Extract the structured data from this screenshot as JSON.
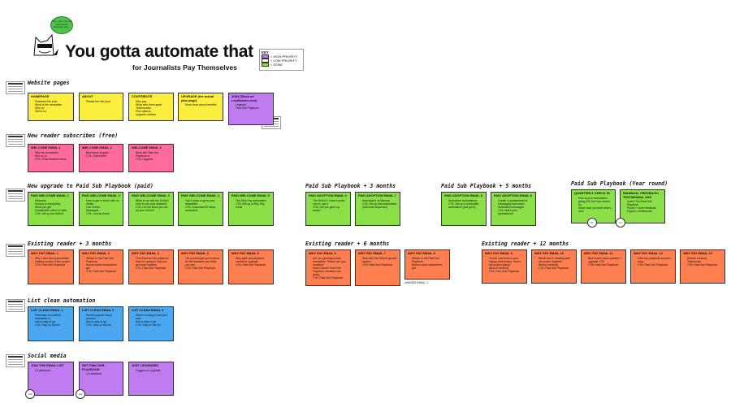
{
  "header": {
    "title": "You gotta automate that",
    "subtitle": "for Journalists Pay Themselves",
    "speech_bubble": "Psst...you can pay yourselves showing new..."
  },
  "key": {
    "title": "KEY",
    "items": [
      {
        "label": "= HIGH PRIORITY",
        "color": "#c17bf0"
      },
      {
        "label": "= LOW PRIORITY",
        "color": "#ffffff"
      },
      {
        "label": "= DONE",
        "color": "#8be048"
      }
    ]
  },
  "sections": {
    "website": "Website pages",
    "new_reader": "New reader subscribes (free)",
    "new_upgrade": "New upgrade to Paid Sub Playbook (paid)",
    "paid3": "Paid Sub Playbook + 3 months",
    "paid5": "Paid Sub Playbook + 5 months",
    "paid_year": "Paid Sub Playbook (Year round)",
    "existing3": "Existing reader + 3 months",
    "existing6": "Existing reader + 6 months",
    "existing12": "Existing reader + 12 months",
    "list_clean": "List clean automation",
    "social": "Social media"
  },
  "cards": {
    "homepage": {
      "title": "HOMEPAGE",
      "items": [
        "Featured this post",
        "What is the newsletter",
        "Why us",
        "Who's us"
      ]
    },
    "about": {
      "title": "ABOUT",
      "items": [
        "Please the info post"
      ]
    },
    "contribute": {
      "title": "CONTRIBUTE",
      "items": [
        "Why pay",
        "What sets them apart",
        "Testimonials",
        "Plan options",
        "Upgrade buttons"
      ]
    },
    "upgrade": {
      "title": "UPGRADE (the actual plan page)",
      "items": [
        "More clear about benefits"
      ]
    },
    "join": {
      "title": "JOIN (Stack on LeoWoman.com)",
      "items": [
        "Legends",
        "Paid Sub Playbook"
      ]
    },
    "welcome1": {
      "title": "WELCOME EMAIL 1",
      "items": [
        "Why the newsletter",
        "Who is us",
        "CTA: Read featured issue"
      ]
    },
    "welcome2": {
      "title": "WELCOME EMAIL 2",
      "items": [
        "Best issue snippet",
        "CTA: Share/refer"
      ]
    },
    "welcome3": {
      "title": "WELCOME EMAIL 3",
      "items": [
        "What the Paid Sub Playbook is",
        "CTA: Upgrade"
      ]
    },
    "paid_welcome1": {
      "title": "PAID WELCOME EMAIL 1",
      "items": [
        "Welcome",
        "Access to everything",
        "What you get",
        "Cheatsheet where to start",
        "CTA: Set up the SoSoS"
      ]
    },
    "paid_welcome2": {
      "title": "PAID WELCOME EMAIL 2",
      "items": [
        "How to get in touch with us",
        "Ability",
        "Live events",
        "Messages",
        "CTA: Join an event"
      ]
    },
    "paid_welcome3": {
      "title": "PAID WELCOME EMAIL 3",
      "items": [
        "What to do with the SoSoS",
        "How to use your featured",
        "CTA: Let me know you set up your SoSoS"
      ]
    },
    "paid_welcome4": {
      "title": "PAID WELCOME EMAIL 4",
      "items": [
        "Top 5 ways to grow your newsletter",
        "CTA: Download 20 steps worksheet"
      ]
    },
    "paid_welcome5": {
      "title": "PAID WELCOME EMAIL 5",
      "items": [
        "The Why Pay automation",
        "CTA: Set up a Why Pay email"
      ]
    },
    "adoption6": {
      "title": "PAID ADOPTION EMAIL 6",
      "items": [
        "The SoSoS / How it works how to use it",
        "CTA: Did you get it up ready?"
      ]
    },
    "adoption7": {
      "title": "PAID ADOPTION EMAIL 7",
      "items": [
        "Automation vs Manual",
        "CTA: Set up first automation (welcome sequence)"
      ]
    },
    "adoption8": {
      "title": "PAID ADOPTION EMAIL 8",
      "items": [
        "Subscriber automations",
        "CTA: Set up a subscriber automation (just got it)"
      ]
    },
    "adoption9": {
      "title": "PAID ADOPTION EMAIL 9",
      "items": [
        "Create a spreadsheet of messaging that works",
        "Motivation messages",
        "CTA: Make your spreadsheet"
      ]
    },
    "quarterly": {
      "title": "QUARTERLY CHECK IN",
      "items": [
        "How is your subscribers going (Fill Out form check-in)",
        "What have you tried what's next"
      ]
    },
    "biannual": {
      "title": "BIANNUAL FEEDBACK/ TESTIMONIAL ASK",
      "items": [
        "How's The Paid Sub Playbook",
        "Poses + more feedback",
        "If good = testimonial"
      ]
    },
    "why1": {
      "title": "WHY PAY EMAIL 1",
      "items": [
        "Why I care about journalists making money in this project",
        "CTA: Paid Sub Playbook"
      ]
    },
    "why2": {
      "title": "WHY PAY EMAIL 2",
      "items": [
        "What's in the Paid Sub Playbook",
        "Bonus works subscribers get",
        "CTA: Paid Sub Playbook"
      ]
    },
    "why3": {
      "title": "WHY PAY EMAIL 3",
      "items": [
        "The vision for the playbook",
        "How I'm going to help you get more readers",
        "CTA: Paid Sub Playbook"
      ]
    },
    "why4": {
      "title": "WHY PAY EMAIL 4",
      "items": [
        "Tell you thought you'd never be the business you think you can",
        "CTA: Paid Sub Playbook"
      ]
    },
    "why5": {
      "title": "WHY PAY EMAIL 5",
      "items": [
        "Why paid sub playbook members upgrade",
        "CTA: Paid Sub Playbook"
      ]
    },
    "why6": {
      "title": "WHY PAY EMAIL 6",
      "items": [
        "Are you growing a paid newsletter? Where are you heading?",
        "Here's where Paid Sub Playbook members are going",
        "CTA: Paid Sub Playbook"
      ]
    },
    "why7": {
      "title": "WHY PAY EMAIL 7",
      "items": [
        "Start with the SoSoS growth system",
        "CTA: Paid Sub Playbook"
      ]
    },
    "why8": {
      "title": "WHY PAY EMAIL 8",
      "items": [
        "What's in the Paid Sub Playbook",
        "Bonus works subscribers get"
      ]
    },
    "why9": {
      "title": "WHY PAY EMAIL 9",
      "items": [
        "You've now been a year. Happy anniversary. How's the project going?",
        "(Bonus content)",
        "CTA: Paid Sub Playbook"
      ]
    },
    "why10": {
      "title": "WHY PAY EMAIL 10",
      "items": [
        "Where we're heading with the project together",
        "(Bonus content)",
        "CTA: Paid Sub Playbook"
      ]
    },
    "why11": {
      "title": "WHY PAY EMAIL 11",
      "items": [
        "Best recent issue preview + upgrade CTA",
        "CTA: Paid Sub Playbook"
      ]
    },
    "why12": {
      "title": "WHY PAY EMAIL 12",
      "items": [
        "Paid sub playbook success story",
        "CTA: Paid Sub Playbook"
      ]
    },
    "why13": {
      "title": "WHY PAY EMAIL 13",
      "items": [
        "(Needs content)",
        "Testimonial",
        "CTA: Paid Sub Playbook"
      ]
    },
    "clean1": {
      "title": "LIST CLEAN EMAIL 1",
      "items": [
        "Reminder of what the newsletter is",
        "Ask to stay or go",
        "CTA: Stay on the list"
      ]
    },
    "clean2": {
      "title": "LIST CLEAN EMAIL 2",
      "items": [
        "Recent popular issue preview",
        "Ask to stay or go",
        "CTA: Stay on the list"
      ]
    },
    "clean3": {
      "title": "LIST CLEAN EMAIL 3",
      "items": [
        "What's coming in the next year",
        "Ask to stay or go",
        "CTA: Stay on the list"
      ]
    },
    "social1": {
      "title": "JOIN THE EMAIL LIST",
      "items": [
        "10 variations"
      ]
    },
    "social2": {
      "title": "GET PAID SUB PLAYBOOK",
      "items": [
        "10 variations"
      ]
    },
    "social3": {
      "title": "JUST UPGRADED",
      "items": [
        "Triggers on upgrade"
      ]
    }
  },
  "notes": {
    "unused_email": "UNUSED EMAIL ->"
  },
  "badges": {
    "quarterly": "4x",
    "biannual": "2x",
    "social1": "x10",
    "social2": "x10"
  }
}
